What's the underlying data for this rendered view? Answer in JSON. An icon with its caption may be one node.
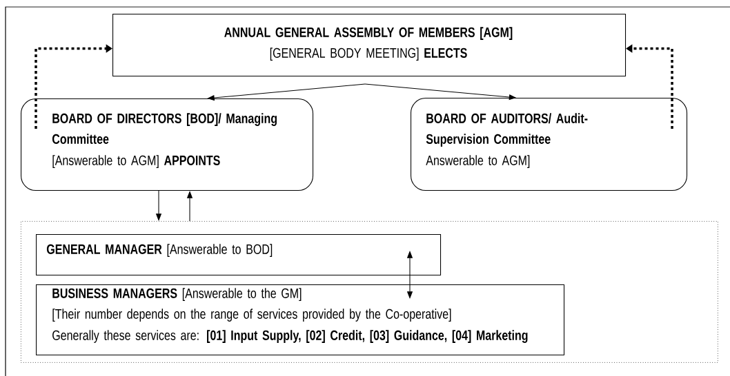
{
  "diagram": {
    "nodes": [
      {
        "text": [
          "ANNUAL GENERAL ASSEMBLY OF MEMBERS [AGM]",
          "[GENERAL BODY MEETING] **ELECTS**"
        ]
      },
      {
        "text": [
          "BOARD OF DIRECTORS [BOD]/ Managing Committee",
          "[Answerable to AGM] **APPOINTS**"
        ]
      },
      {
        "text": [
          "BOARD OF AUDITORS/ Audit-Supervision Committee",
          "Answerable to AGM]"
        ]
      },
      {
        "text": [],
        "shape": "box"
      },
      {
        "text": [
          "**GENERAL MANAGER** [Answerable to BOD]"
        ],
        "in": 3
      },
      {
        "text": [
          "**BUSINESS MANAGERS** [Answerable to the GM]",
          "[Their number depends on the range of services provided by the Co-operative]",
          "Generally these services are: **[01] Input Supply, [02] Credit, [03] Guidance, [04] Marketing**"
        ],
        "in": 3
      }
    ],
    "edges": [
      {
        "from": 0,
        "to": 1,
        "arrow": "to"
      },
      {
        "from": 0,
        "to": 2,
        "arrow": "to"
      },
      {
        "from": 1,
        "to": 0,
        "arrow": "to",
        "style": "dashed"
      },
      {
        "from": 2,
        "to": 0,
        "arrow": "to",
        "style": "dashed"
      },
      {
        "from": 1,
        "to": 3,
        "arrow": "to"
      },
      {
        "from": 3,
        "to": 1,
        "arrow": "to"
      },
      {
        "from": 4,
        "to": 5,
        "arrow": "both"
      }
    ]
  }
}
